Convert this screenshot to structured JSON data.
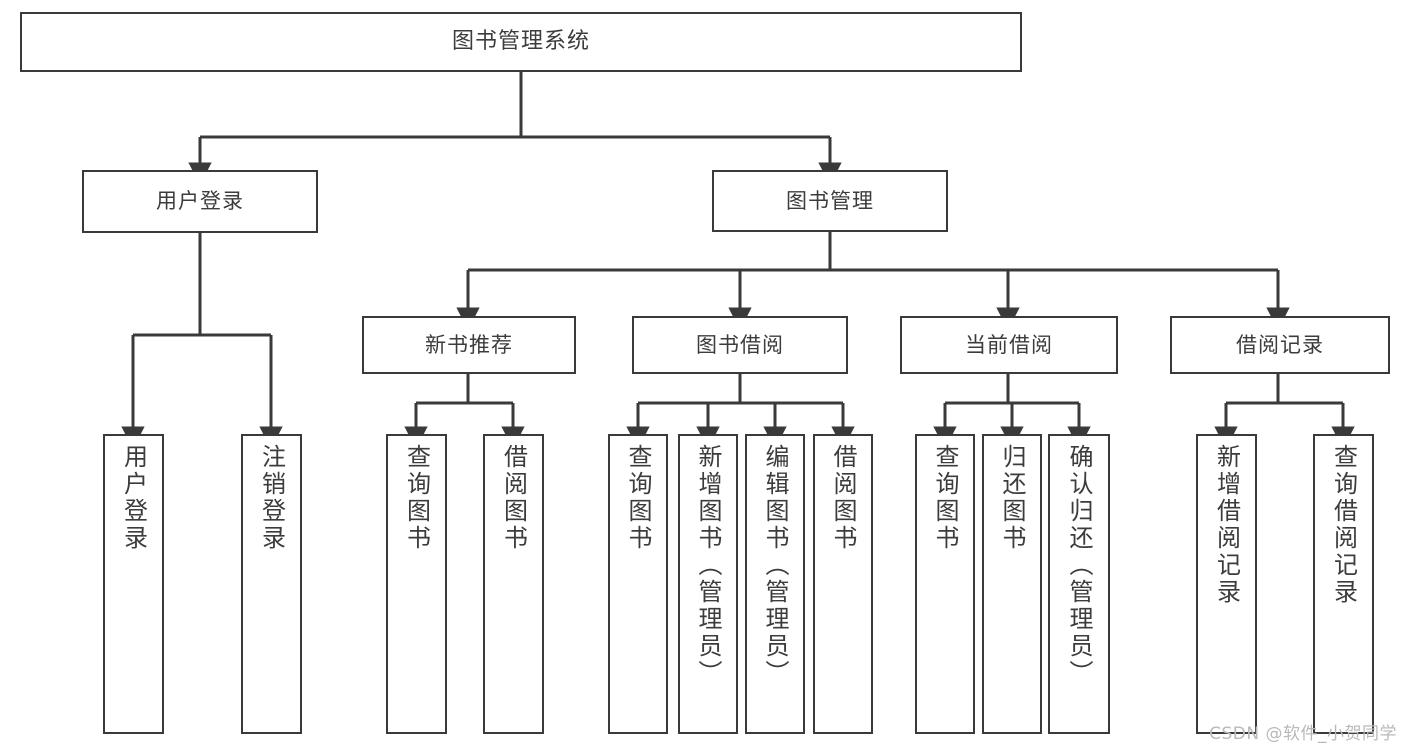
{
  "diagram": {
    "title": "图书管理系统",
    "type": "tree",
    "orientation": "top-down",
    "colors": {
      "box_border": "#3a3a3a",
      "box_fill": "#ffffff",
      "edge": "#3a3a3a",
      "text": "#3c3c3c",
      "watermark": "#b9b9b9",
      "background": "#ffffff"
    },
    "nodes": {
      "root": {
        "label": "图书管理系统"
      },
      "level2": [
        {
          "id": "user-login",
          "label": "用户登录"
        },
        {
          "id": "book-management",
          "label": "图书管理"
        }
      ],
      "level3": [
        {
          "id": "new-book-recommend",
          "label": "新书推荐"
        },
        {
          "id": "book-borrow",
          "label": "图书借阅"
        },
        {
          "id": "current-borrow",
          "label": "当前借阅"
        },
        {
          "id": "borrow-record",
          "label": "借阅记录"
        }
      ],
      "leaves": {
        "user_login": [
          {
            "id": "leaf-user-login",
            "label": "用户登录"
          },
          {
            "id": "leaf-logout",
            "label": "注销登录"
          }
        ],
        "new_book_recommend": [
          {
            "id": "leaf-query-book-1",
            "label": "查询图书"
          },
          {
            "id": "leaf-borrow-book-1",
            "label": "借阅图书"
          }
        ],
        "book_borrow": [
          {
            "id": "leaf-query-book-2",
            "label": "查询图书"
          },
          {
            "id": "leaf-add-book",
            "label": "新增图书（管理员）"
          },
          {
            "id": "leaf-edit-book",
            "label": "编辑图书（管理员）"
          },
          {
            "id": "leaf-borrow-book-2",
            "label": "借阅图书"
          }
        ],
        "current_borrow": [
          {
            "id": "leaf-query-book-3",
            "label": "查询图书"
          },
          {
            "id": "leaf-return-book",
            "label": "归还图书"
          },
          {
            "id": "leaf-confirm-return",
            "label": "确认归还（管理员）"
          }
        ],
        "borrow_record": [
          {
            "id": "leaf-add-record",
            "label": "新增借阅记录"
          },
          {
            "id": "leaf-query-record",
            "label": "查询借阅记录"
          }
        ]
      }
    },
    "watermark": "CSDN @软件_小贺同学"
  }
}
